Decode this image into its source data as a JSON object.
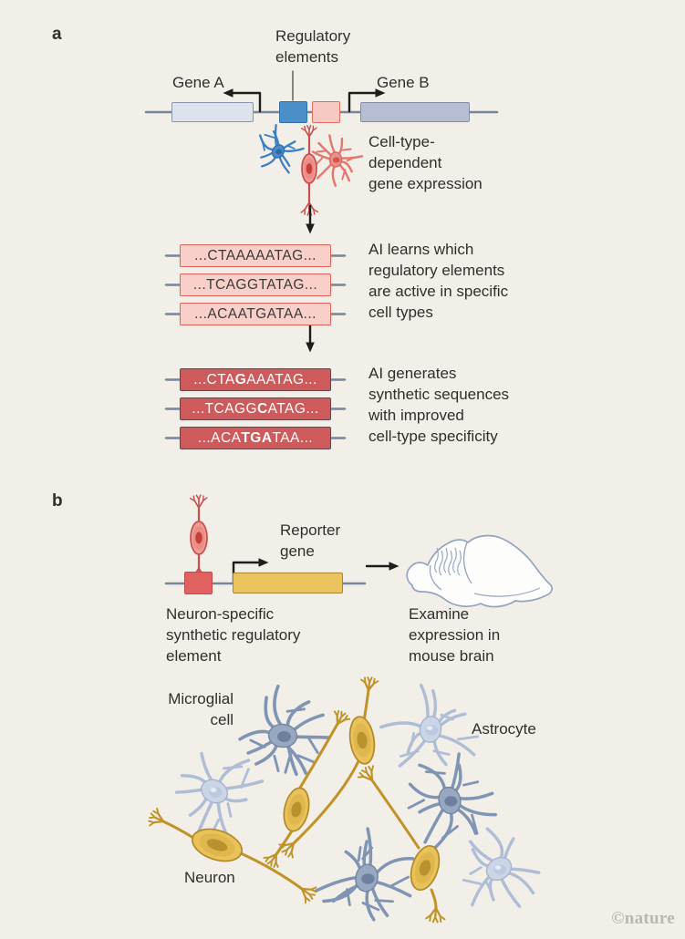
{
  "figure": {
    "panel_a": {
      "label": "a",
      "regulatory_elements_label": "Regulatory\nelements",
      "gene_a_label": "Gene A",
      "gene_b_label": "Gene B",
      "cell_type_caption": "Cell-type-\ndependent\ngene expression",
      "learned_caption": "AI learns which\nregulatory elements\nare active in specific\ncell types",
      "learned_sequences": [
        "...CTAAAAATAG...",
        "...TCAGGTATAG...",
        "...ACAATGATAA..."
      ],
      "generated_caption": "AI generates\nsynthetic sequences\nwith improved\ncell-type specificity",
      "synthetic_sequences": [
        {
          "pre": "...CTA",
          "bold": "G",
          "post": "AAATAG..."
        },
        {
          "pre": "...TCAGG",
          "bold": "C",
          "post": "ATAG..."
        },
        {
          "pre": "...ACA",
          "bold": "TGA",
          "post": "TAA..."
        }
      ]
    },
    "panel_b": {
      "label": "b",
      "reporter_gene_label": "Reporter\ngene",
      "construct_caption": "Neuron-specific\nsynthetic regulatory\nelement",
      "examine_caption": "Examine\nexpression in\nmouse brain",
      "cell_labels": {
        "microglial": "Microglial\ncell",
        "astrocyte": "Astrocyte",
        "neuron": "Neuron"
      }
    },
    "credit": "©nature"
  },
  "icons": {
    "panel_a": [
      "blue-glial-cell-icon",
      "red-neuron-icon",
      "red-glial-cell-icon"
    ],
    "panel_b": [
      "red-neuron-icon",
      "mouse-brain-icon"
    ],
    "bottom_field": [
      "microglial-cell-icon",
      "astrocyte-icon",
      "neuron-icon"
    ]
  },
  "colors": {
    "background": "#f2efe8",
    "dna_line": "#76849c",
    "gene_a_fill": "#dde2ed",
    "gene_b_fill": "#b7bed3",
    "regulatory_blue": "#4b8fc8",
    "regulatory_pink": "#f8c8c2",
    "sequence_pink_fill": "#f8cfc9",
    "sequence_pink_border": "#d9625c",
    "sequence_red_fill": "#cf5a5b",
    "reporter_yellow": "#eac45e",
    "element_red": "#e06160",
    "neuron_yellow": "#e9c25c",
    "microglia_gray": "#98a7c2",
    "astrocyte_lavender": "#ccd5e6",
    "arrow_black": "#1d1d1b",
    "text": "#2f2f2d",
    "credit_gray": "#b8b7b1"
  }
}
